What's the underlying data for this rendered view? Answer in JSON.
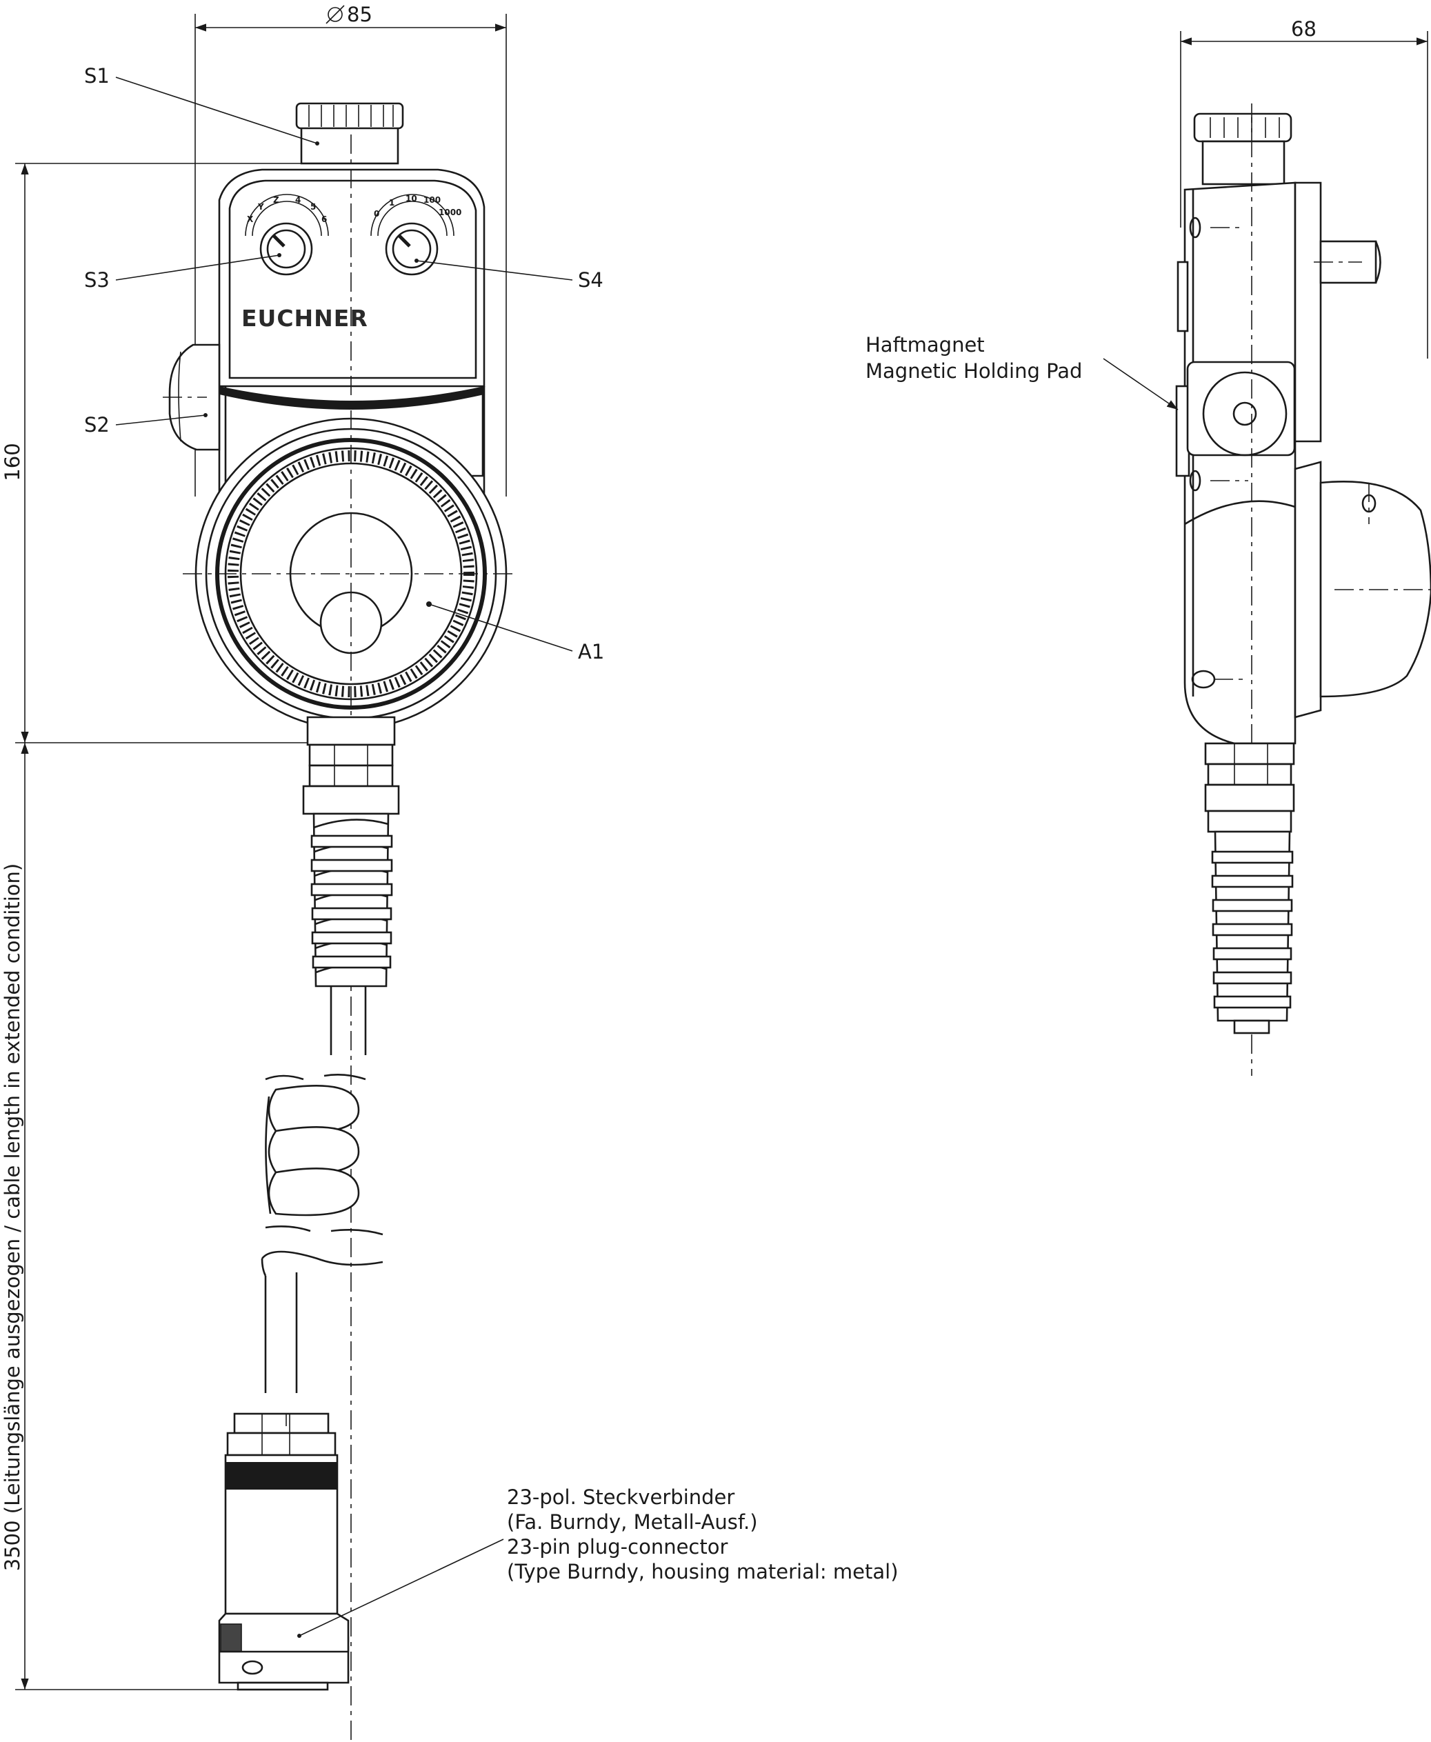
{
  "dimensions": {
    "diameter": "85",
    "depth": "68",
    "height": "160",
    "cable_length": "3500 (Leitungslänge ausgezogen / cable length in extended condition)"
  },
  "callouts": {
    "s1": "S1",
    "s2": "S2",
    "s3": "S3",
    "s4": "S4",
    "a1": "A1"
  },
  "brand": "EUCHNER",
  "selector_s3_marks": [
    "X",
    "Y",
    "Z",
    "4",
    "5",
    "6"
  ],
  "selector_s4_marks": [
    "0",
    "1",
    "10",
    "100",
    "1000"
  ],
  "side_view_label": {
    "de": "Haftmagnet",
    "en": "Magnetic Holding Pad"
  },
  "connector_label": {
    "line1": "23-pol. Steckverbinder",
    "line2": "(Fa. Burndy, Metall-Ausf.)",
    "line3": "23-pin plug-connector",
    "line4": "(Type Burndy, housing material: metal)"
  }
}
